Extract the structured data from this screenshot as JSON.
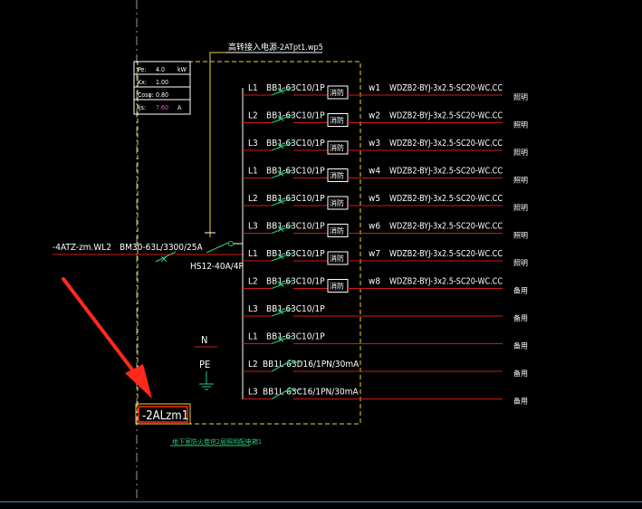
{
  "supply": {
    "label": "高转接入电源-2ATpt1.wp5"
  },
  "params": [
    {
      "name": "Pe:",
      "value": "4.0",
      "unit": "kW"
    },
    {
      "name": "Kx:",
      "value": "1.00",
      "unit": ""
    },
    {
      "name": "Cosφ:",
      "value": "0.80",
      "unit": ""
    },
    {
      "name": "Ijs:",
      "value": "7.60",
      "unit": "A"
    }
  ],
  "incoming": {
    "feeder": "-4ATZ-zm.WL2",
    "breaker": "BM30-63L/3300/25A",
    "isolator": "HS12-40A/4P"
  },
  "neutral_label": "N",
  "pe_label": "PE",
  "panel_tag": "-2ALzm1",
  "panel_caption": "地下室防火卷帘2层照明配电箱1",
  "circuits": [
    {
      "phase": "L1",
      "breaker": "BB1-63C10/1P",
      "contactor": "消防",
      "wid": "w1",
      "cable": "WDZB2-BYJ-3x2.5-SC20-WC.CC",
      "load": "照明"
    },
    {
      "phase": "L2",
      "breaker": "BB1-63C10/1P",
      "contactor": "消防",
      "wid": "w2",
      "cable": "WDZB2-BYJ-3x2.5-SC20-WC.CC",
      "load": "照明"
    },
    {
      "phase": "L3",
      "breaker": "BB1-63C10/1P",
      "contactor": "消防",
      "wid": "w3",
      "cable": "WDZB2-BYJ-3x2.5-SC20-WC.CC",
      "load": "照明"
    },
    {
      "phase": "L1",
      "breaker": "BB1-63C10/1P",
      "contactor": "消防",
      "wid": "w4",
      "cable": "WDZB2-BYJ-3x2.5-SC20-WC.CC",
      "load": "照明"
    },
    {
      "phase": "L2",
      "breaker": "BB1-63C10/1P",
      "contactor": "消防",
      "wid": "w5",
      "cable": "WDZB2-BYJ-3x2.5-SC20-WC.CC",
      "load": "照明"
    },
    {
      "phase": "L3",
      "breaker": "BB1-63C10/1P",
      "contactor": "消防",
      "wid": "w6",
      "cable": "WDZB2-BYJ-3x2.5-SC20-WC.CC",
      "load": "照明"
    },
    {
      "phase": "L1",
      "breaker": "BB1-63C10/1P",
      "contactor": "消防",
      "wid": "w7",
      "cable": "WDZB2-BYJ-3x2.5-SC20-WC.CC",
      "load": "照明"
    },
    {
      "phase": "L2",
      "breaker": "BB1-63C10/1P",
      "contactor": "消防",
      "wid": "w8",
      "cable": "WDZB2-BYJ-3x2.5-SC20-WC.CC",
      "load": "备用"
    },
    {
      "phase": "L3",
      "breaker": "BB1-63C10/1P",
      "contactor": "",
      "wid": "",
      "cable": "",
      "load": "备用"
    },
    {
      "phase": "L1",
      "breaker": "BB1-63C10/1P",
      "contactor": "",
      "wid": "",
      "cable": "",
      "load": "备用"
    },
    {
      "phase": "L2",
      "breaker": "BB1L-63D16/1PN/30mA",
      "contactor": "",
      "wid": "",
      "cable": "",
      "load": "备用"
    },
    {
      "phase": "L3",
      "breaker": "BB1L-63C16/1PN/30mA",
      "contactor": "",
      "wid": "",
      "cable": "",
      "load": "备用"
    }
  ],
  "colors": {
    "background": "#000000",
    "wire": "#d01818",
    "bus": "#ffffff",
    "box": "#e8d23a",
    "symbol": "#2fc47a",
    "pink": "#ff4fd8",
    "annotation": "#ff2a1a",
    "guide": "#9a9a9a",
    "bottom_line": "#3aa6c8"
  }
}
